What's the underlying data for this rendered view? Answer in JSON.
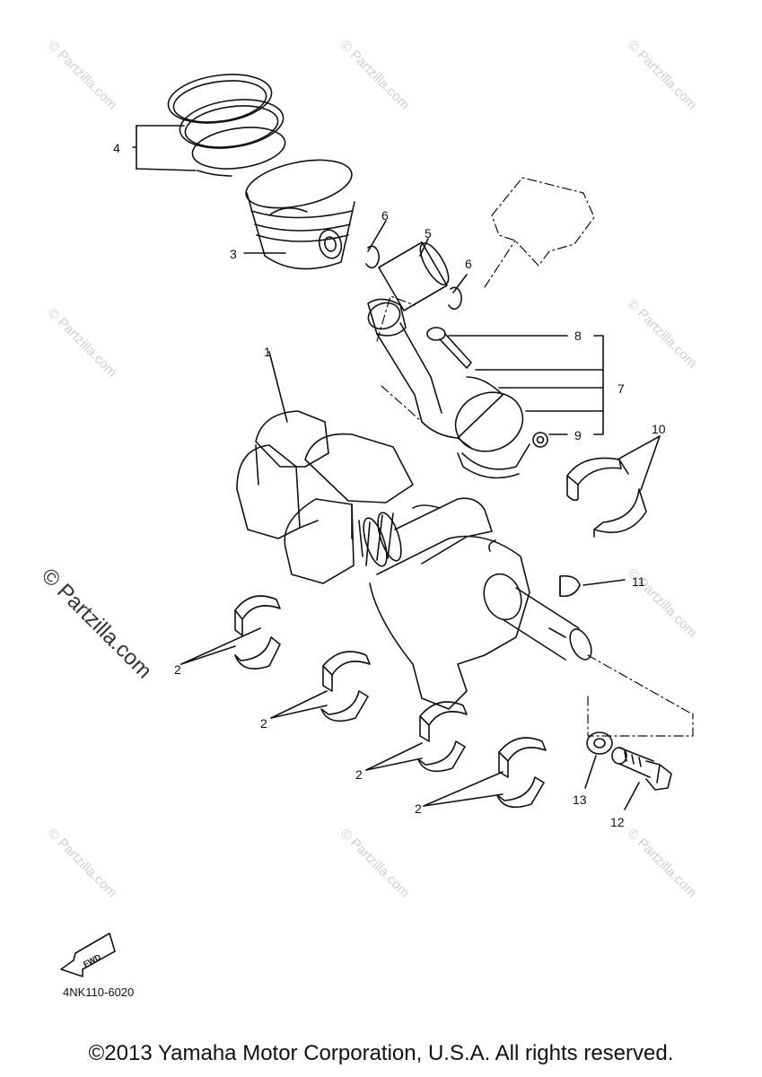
{
  "watermark": "© Partzilla.com",
  "callouts": {
    "c1": "1",
    "c2": "2",
    "c3": "3",
    "c4": "4",
    "c5": "5",
    "c6": "6",
    "c7": "7",
    "c8": "8",
    "c9": "9",
    "c10": "10",
    "c11": "11",
    "c12": "12",
    "c13": "13"
  },
  "fwd_label": "FWD",
  "diagram_code": "4NK110-6020",
  "copyright": "©2013 Yamaha Motor Corporation, U.S.A. All rights reserved."
}
